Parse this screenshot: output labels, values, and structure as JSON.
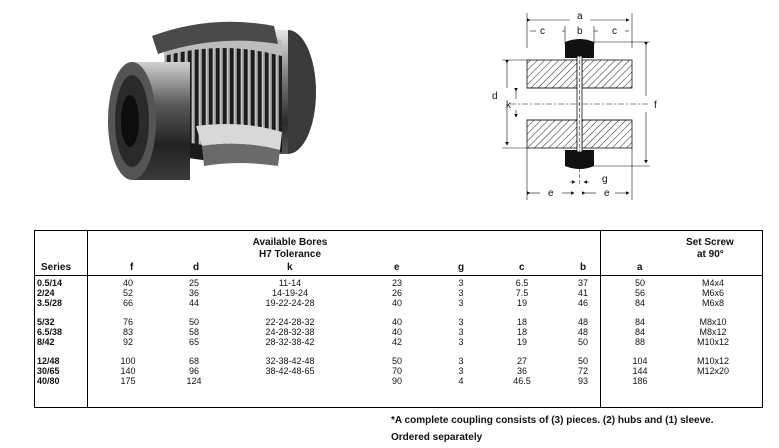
{
  "drawing_labels": {
    "a": "a",
    "b": "b",
    "c": "c",
    "d": "d",
    "e": "e",
    "f": "f",
    "g": "g",
    "k": "k"
  },
  "table": {
    "headers": {
      "series": "Series",
      "f": "f",
      "d": "d",
      "bores_line1": "Available Bores",
      "bores_line2": "H7 Tolerance",
      "k": "k",
      "e": "e",
      "g": "g",
      "c": "c",
      "b": "b",
      "setscrew_line1": "Set Screw",
      "setscrew_line2": "at 90°",
      "a": "a"
    },
    "groups": [
      [
        {
          "series": "0.5/14",
          "f": "40",
          "d": "25",
          "k": "11-14",
          "e": "23",
          "g": "3",
          "c": "6.5",
          "b": "37",
          "a": "50",
          "screw": "M4x4"
        },
        {
          "series": "2/24",
          "f": "52",
          "d": "36",
          "k": "14-19-24",
          "e": "26",
          "g": "3",
          "c": "7.5",
          "b": "41",
          "a": "56",
          "screw": "M6x6"
        },
        {
          "series": "3.5/28",
          "f": "66",
          "d": "44",
          "k": "19-22-24-28",
          "e": "40",
          "g": "3",
          "c": "19",
          "b": "46",
          "a": "84",
          "screw": "M6x8"
        }
      ],
      [
        {
          "series": "5/32",
          "f": "76",
          "d": "50",
          "k": "22-24-28-32",
          "e": "40",
          "g": "3",
          "c": "18",
          "b": "48",
          "a": "84",
          "screw": "M8x10"
        },
        {
          "series": "6.5/38",
          "f": "83",
          "d": "58",
          "k": "24-28-32-38",
          "e": "40",
          "g": "3",
          "c": "18",
          "b": "48",
          "a": "84",
          "screw": "M8x12"
        },
        {
          "series": "8/42",
          "f": "92",
          "d": "65",
          "k": "28-32-38-42",
          "e": "42",
          "g": "3",
          "c": "19",
          "b": "50",
          "a": "88",
          "screw": "M10x12"
        }
      ],
      [
        {
          "series": "12/48",
          "f": "100",
          "d": "68",
          "k": "32-38-42-48",
          "e": "50",
          "g": "3",
          "c": "27",
          "b": "50",
          "a": "104",
          "screw": "M10x12"
        },
        {
          "series": "30/65",
          "f": "140",
          "d": "96",
          "k": "38-42-48-65",
          "e": "70",
          "g": "3",
          "c": "36",
          "b": "72",
          "a": "144",
          "screw": "M12x20"
        },
        {
          "series": "40/80",
          "f": "175",
          "d": "124",
          "k": "",
          "e": "90",
          "g": "4",
          "c": "46.5",
          "b": "93",
          "a": "186",
          "screw": ""
        }
      ]
    ]
  },
  "footnote": {
    "line1": "*A complete coupling consists of (3) pieces. (2) hubs and (1) sleeve.",
    "line2": "Ordered separately"
  }
}
